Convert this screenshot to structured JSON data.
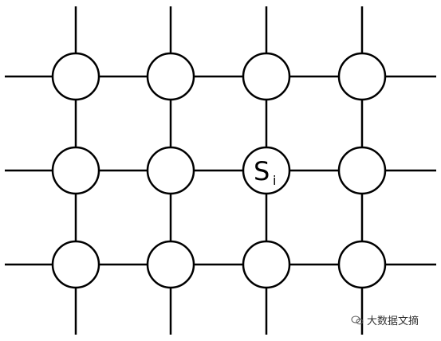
{
  "diagram": {
    "rows": 3,
    "cols": 4,
    "highlighted_node": {
      "row": 1,
      "col": 2,
      "label_main": "S",
      "label_sub": "i"
    },
    "colors": {
      "line": "#000000",
      "node_fill": "#ffffff",
      "background": "#ffffff"
    }
  },
  "watermark": {
    "text": "大数据文摘",
    "icon": "wechat-chat-bubbles-icon"
  }
}
